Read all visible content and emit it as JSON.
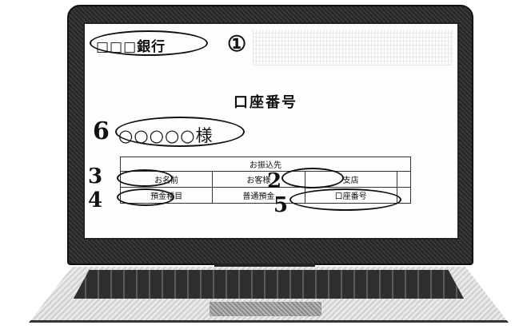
{
  "screen": {
    "bank_name": "□□□銀行",
    "marker_1": "①",
    "account_heading": "口座番号",
    "marker_6": "6",
    "holder_name": "○○○○○様"
  },
  "transfer_table": {
    "title": "お振込先",
    "row1": [
      "お名前",
      "お客様",
      "支店"
    ],
    "row2": [
      "預金種目",
      "普通預金",
      "口座番号"
    ]
  },
  "markers": {
    "m2": "2",
    "m3": "3",
    "m4": "4",
    "m5": "5"
  }
}
